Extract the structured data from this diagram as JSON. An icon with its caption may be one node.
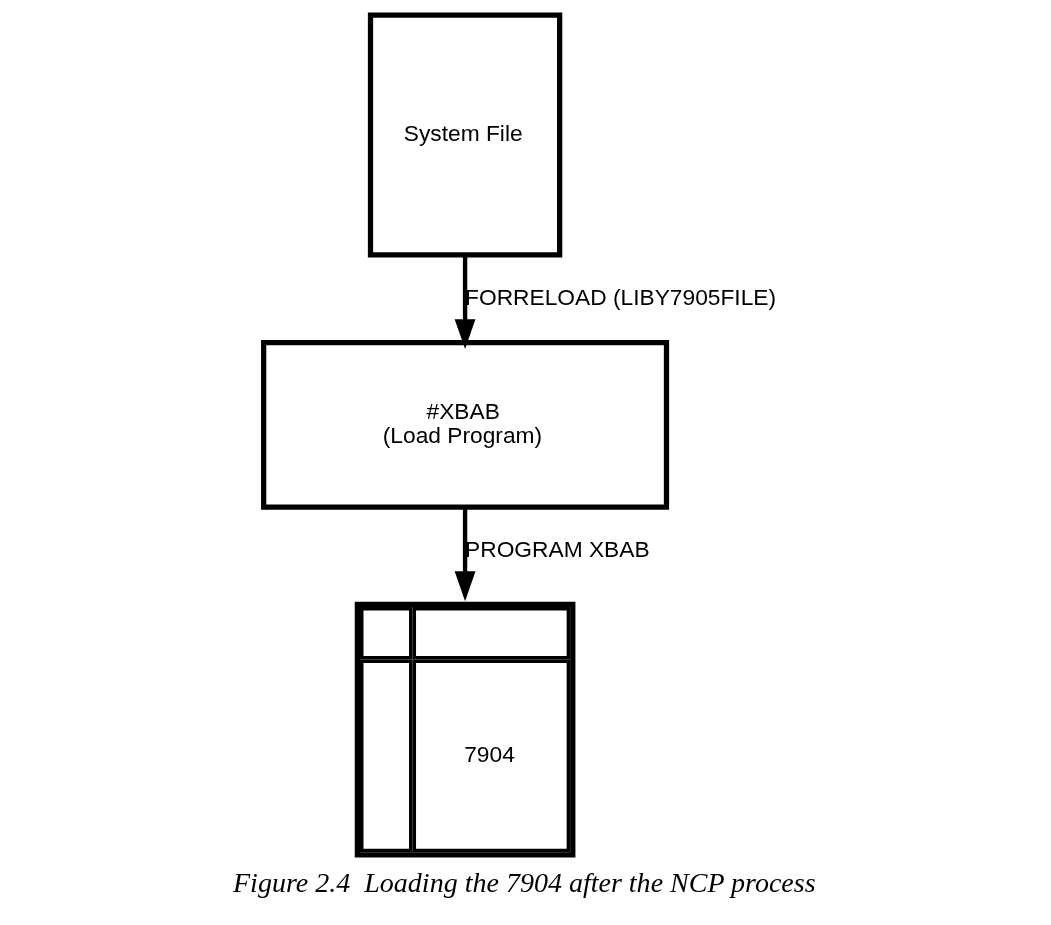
{
  "diagram": {
    "caption": "Figure 2.4  Loading the 7904 after the NCP process",
    "nodes": [
      {
        "text": [
          "System File"
        ]
      },
      {
        "text": [
          "#XBAB",
          "(Load Program)"
        ]
      },
      {
        "text": [
          "7904"
        ]
      }
    ],
    "edges": [
      {
        "from": 0,
        "to": 1,
        "arrow": "to",
        "label": "FORRELOAD (LIBY7905FILE)"
      },
      {
        "from": 1,
        "to": 2,
        "arrow": "to",
        "label": "PROGRAM XBAB"
      }
    ]
  }
}
